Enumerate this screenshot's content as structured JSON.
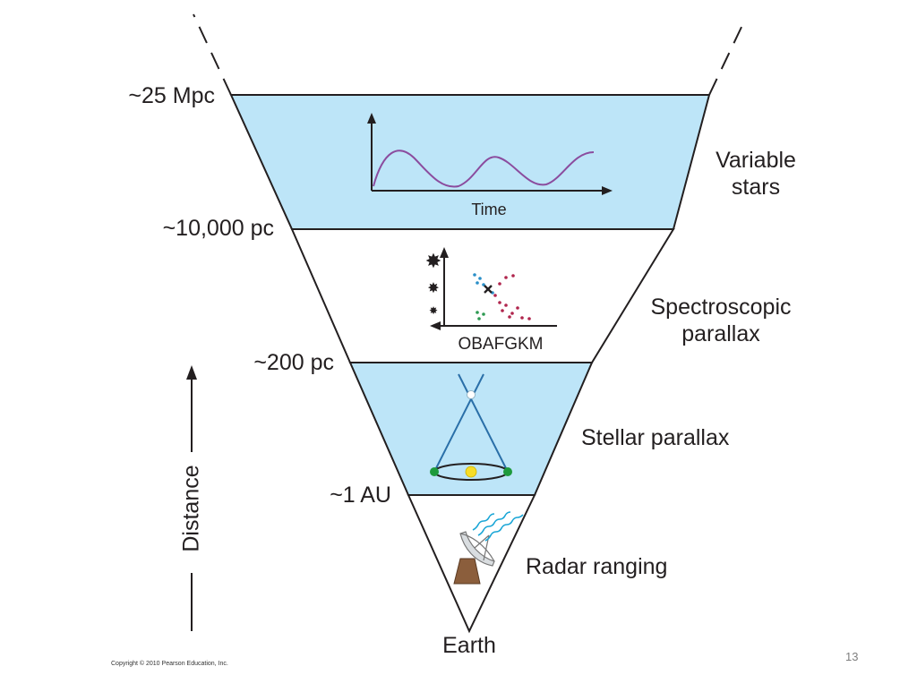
{
  "distance_markers": {
    "mpc_25": "~25 Mpc",
    "pc_10000": "~10,000 pc",
    "pc_200": "~200 pc",
    "au_1": "~1 AU"
  },
  "methods": {
    "variable_stars": "Variable\nstars",
    "spectroscopic_parallax": "Spectroscopic\nparallax",
    "stellar_parallax": "Stellar parallax",
    "radar_ranging": "Radar ranging"
  },
  "axis": {
    "distance": "Distance"
  },
  "earth": "Earth",
  "inset_labels": {
    "time": "Time",
    "spectral_classes": "OBAFGKM"
  },
  "footer": {
    "copyright": "Copyright © 2010 Pearson Education, Inc.",
    "slide_number": "13"
  },
  "colors": {
    "band_fill": "#bde5f8",
    "outline": "#231f20",
    "light_curve": "#8b4c9e",
    "parallax_lines": "#2a6fa8",
    "earth_green": "#1e9a3c",
    "sun_yellow": "#f7dd28",
    "radar_brown": "#8b5e3c",
    "radar_waves": "#1aa6d6",
    "dot_blue": "#2a8fc8",
    "dot_red": "#b0254d",
    "dot_green": "#2e9a52"
  }
}
